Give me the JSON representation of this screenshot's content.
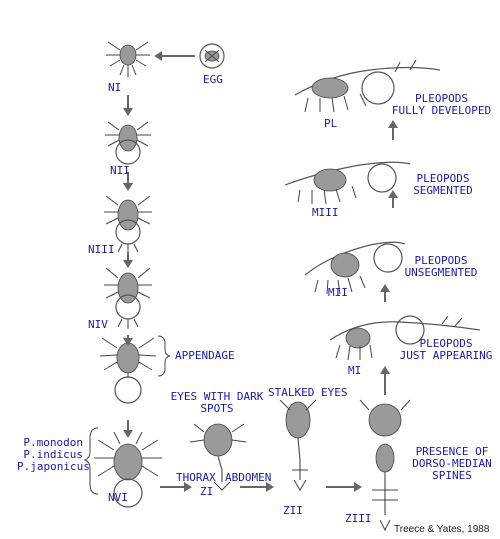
{
  "stages": {
    "egg": "EGG",
    "n1": "NI",
    "n2": "NII",
    "n3": "NIII",
    "n4": "NIV",
    "n6": "NVI",
    "z1": "ZI",
    "z2": "ZII",
    "z3": "ZIII",
    "m1": "MI",
    "m2": "MII",
    "m3": "MIII",
    "pl": "PL"
  },
  "annotations": {
    "appendage": "APPENDAGE",
    "eyes_dark_1": "EYES WITH DARK",
    "eyes_dark_2": "SPOTS",
    "stalked_eyes": "STALKED EYES",
    "thorax": "THORAX",
    "abdomen": "ABDOMEN",
    "spines_1": "PRESENCE OF",
    "spines_2": "DORSO-MEDIAN",
    "spines_3": "SPINES",
    "pleo_pl_1": "PLEOPODS",
    "pleo_pl_2": "FULLY DEVELOPED",
    "pleo_m3_1": "PLEOPODS",
    "pleo_m3_2": "SEGMENTED",
    "pleo_m2_1": "PLEOPODS",
    "pleo_m2_2": "UNSEGMENTED",
    "pleo_m1_1": "PLEOPODS",
    "pleo_m1_2": "JUST APPEARING"
  },
  "species": [
    "P.monodon",
    "P.indicus",
    "P.japonicus"
  ],
  "credit": "Treece & Yates, 1988"
}
